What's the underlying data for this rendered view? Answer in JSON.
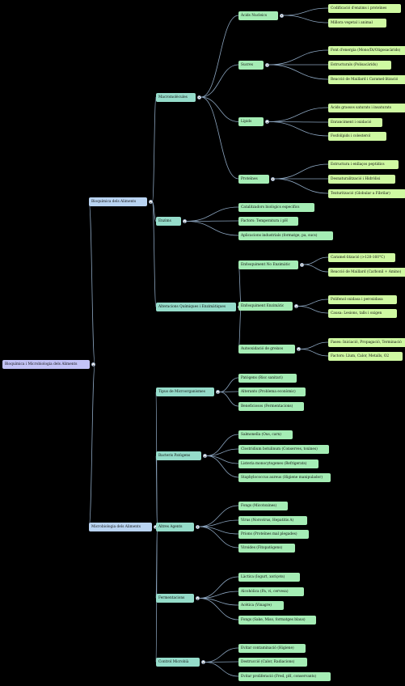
{
  "mindmap": {
    "root": {
      "label": "Bioquímica i Microbiologia dels Aliments",
      "children": [
        {
          "label": "Bioquímica dels Aliments",
          "children": [
            {
              "label": "Macromolècules",
              "children": [
                {
                  "label": "Àcids Nucleics",
                  "children": [
                    {
                      "label": "Codificació d'enzims i proteïnes"
                    },
                    {
                      "label": "Millora vegetal i animal"
                    }
                  ]
                },
                {
                  "label": "Sucres",
                  "children": [
                    {
                      "label": "Font d'energia (Mono/Di/Oligosacàrids)"
                    },
                    {
                      "label": "Estructurals (Polisacàrids)"
                    },
                    {
                      "label": "Reacció de Maillard i Caramel·lització"
                    }
                  ]
                },
                {
                  "label": "Lípids",
                  "children": [
                    {
                      "label": "Àcids grassos saturats i insaturats"
                    },
                    {
                      "label": "Enranciment i oxidació"
                    },
                    {
                      "label": "Fosfolípids i colesterol"
                    }
                  ]
                },
                {
                  "label": "Proteïnes",
                  "children": [
                    {
                      "label": "Estructura i enllaços peptídics"
                    },
                    {
                      "label": "Desnaturalització i Hidròlisi"
                    },
                    {
                      "label": "Texturització (Globular a Fibrilar)"
                    }
                  ]
                }
              ]
            },
            {
              "label": "Enzims",
              "children": [
                {
                  "label": "Catalitzadors biològics específics"
                },
                {
                  "label": "Factors: Temperatura i pH"
                },
                {
                  "label": "Aplicacions industrials (formatge, pa, sucs)"
                }
              ]
            },
            {
              "label": "Alteracions Químiques i Enzimàtiques",
              "children": [
                {
                  "label": "Enfosquiment No Enzimàtic",
                  "children": [
                    {
                      "label": "Caramel·lització (>120-160°C)"
                    },
                    {
                      "label": "Reacció de Maillard (Carbonil + Amino)"
                    }
                  ]
                },
                {
                  "label": "Enfosquiment Enzimàtic",
                  "children": [
                    {
                      "label": "Polifenol oxidasa i peroxidasa"
                    },
                    {
                      "label": "Causa: Lesions, talls i oxigen"
                    }
                  ]
                },
                {
                  "label": "Autooxidació de greixos",
                  "children": [
                    {
                      "label": "Fases: Iniciació, Propagació, Terminació"
                    },
                    {
                      "label": "Factors: Llum, Calor, Metalls, O2"
                    }
                  ]
                }
              ]
            }
          ]
        },
        {
          "label": "Microbiologia dels Aliments",
          "children": [
            {
              "label": "Tipus de Microorganismes",
              "children": [
                {
                  "label": "Patògens (Risc sanitari)"
                },
                {
                  "label": "Alterants (Problema econòmic)"
                },
                {
                  "label": "Beneficiosos (Fermentacions)"
                }
              ]
            },
            {
              "label": "Bacteris Patògens",
              "children": [
                {
                  "label": "Salmonella (Ous, carn)"
                },
                {
                  "label": "Clostridium botulinum (Conserves, toxines)"
                },
                {
                  "label": "Listeria monocytogenes (Refrigerats)"
                },
                {
                  "label": "Staphylococcus aureus (Higiene manipulador)"
                }
              ]
            },
            {
              "label": "Altres Agents",
              "children": [
                {
                  "label": "Fongs (Micotoxines)"
                },
                {
                  "label": "Virus (Norovirus, Hepatitis A)"
                },
                {
                  "label": "Prions (Proteïnes mal plegades)"
                },
                {
                  "label": "Viroides (Fitopatògens)"
                }
              ]
            },
            {
              "label": "Fermentacions",
              "children": [
                {
                  "label": "Làctica (Iogurt, xoriçets)"
                },
                {
                  "label": "Alcohòlica (Pa, vi, cervesa)"
                },
                {
                  "label": "Acètica (Vinagre)"
                },
                {
                  "label": "Fongs (Sake, Miso, formatges blaus)"
                }
              ]
            },
            {
              "label": "Control Microbià",
              "children": [
                {
                  "label": "Evitar contaminació (Higiene)"
                },
                {
                  "label": "Destrucció (Calor, Radiacions)"
                },
                {
                  "label": "Evitar proliferació (Fred, pH, conservants)"
                }
              ]
            }
          ]
        }
      ]
    },
    "colors": {
      "background": "#000000",
      "links": "#8aa3bd",
      "level0": "#c3c3f7",
      "level1": "#b9d4f2",
      "level2": "#95dcca",
      "level3": "#a5edb5",
      "level4": "#cff9a2"
    }
  }
}
